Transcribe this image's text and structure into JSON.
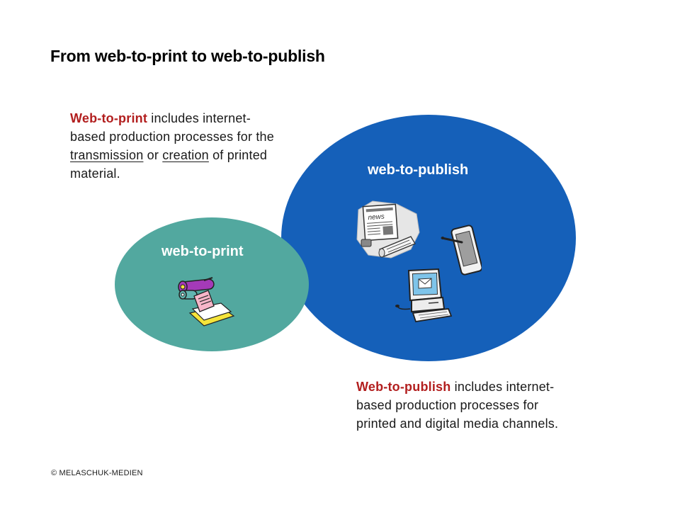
{
  "title": "From web-to-print to web-to-publish",
  "web_to_print_desc": {
    "term": "Web-to-print",
    "part1": " includes internet-based production processes for the ",
    "link1": "transmission",
    "part2": " or ",
    "link2": "creation",
    "part3": " of printed material."
  },
  "web_to_publish_desc": {
    "term": "Web-to-publish",
    "rest": " includes internet-based production processes for printed and digital media channels."
  },
  "ellipse_publish_label": "web-to-publish",
  "ellipse_print_label": "web-to-print",
  "newspaper_word": "news",
  "footer": "© MELASCHUK-MEDIEN",
  "colors": {
    "publish_ellipse": "#1560b9",
    "print_ellipse": "#52a89f",
    "highlight_term": "#b21e1e"
  },
  "icons": [
    "newspaper-icon",
    "tablet-icon",
    "computer-icon",
    "printing-press-icon"
  ]
}
